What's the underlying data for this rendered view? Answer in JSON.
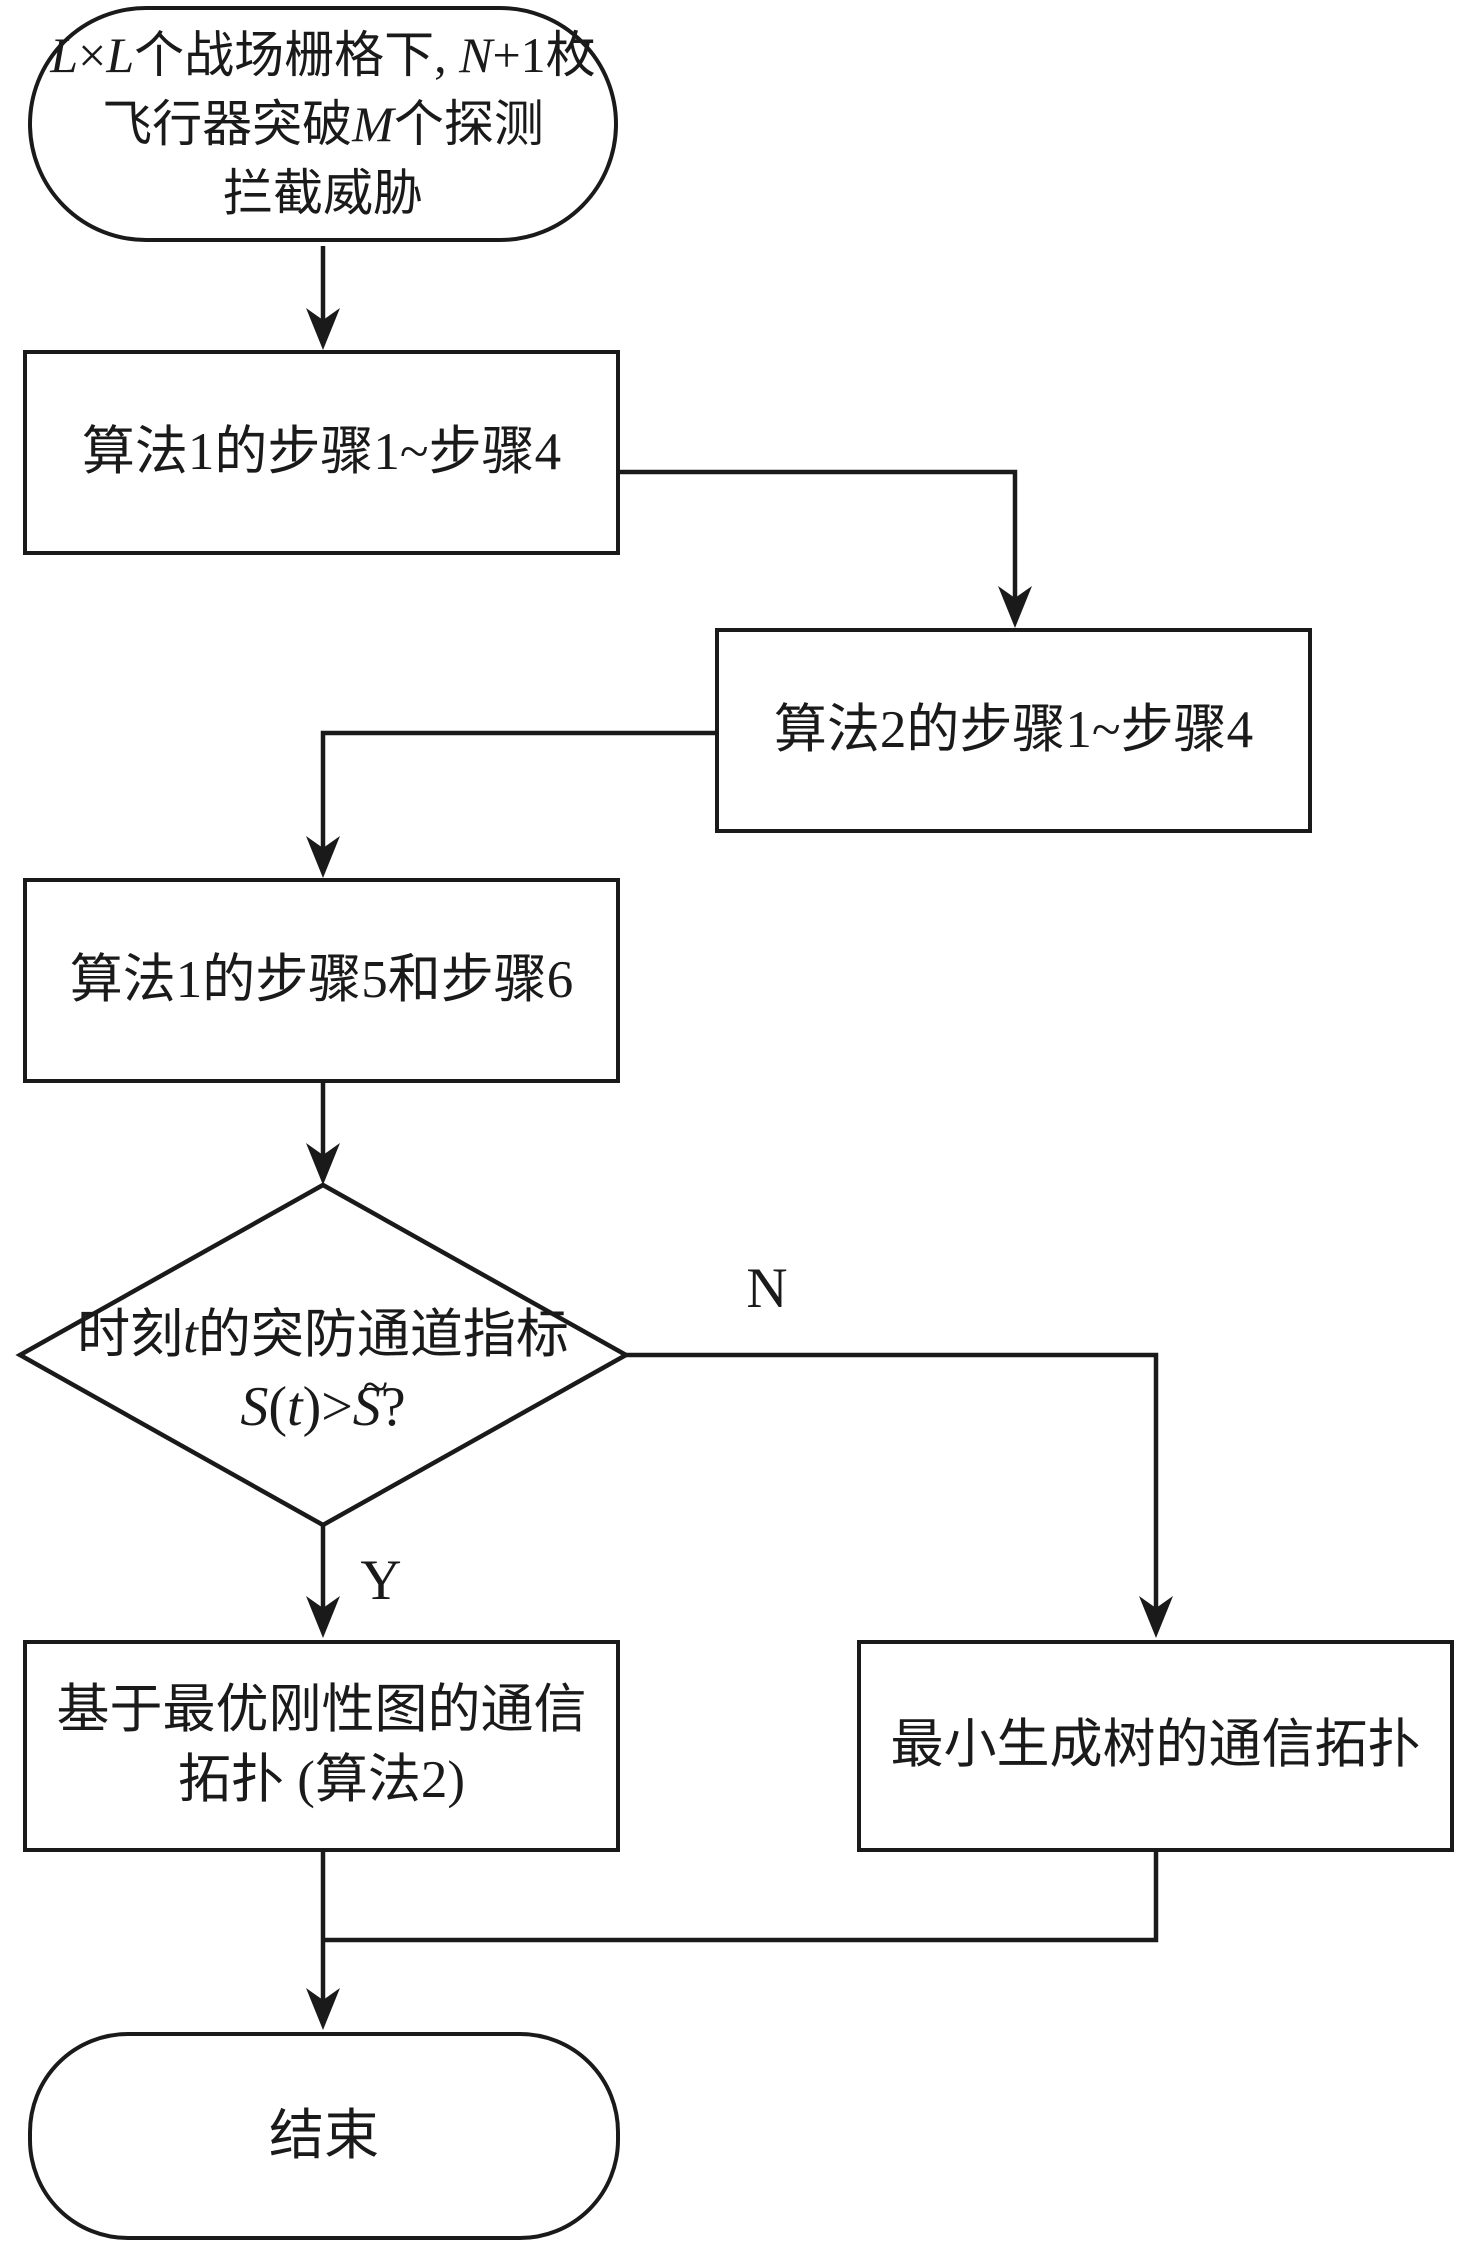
{
  "diagram": {
    "colors": {
      "stroke": "#1a1a1a",
      "background": "#ffffff"
    },
    "start": {
      "line1": {
        "l1": "L",
        "times": "×",
        "l2": "L",
        "mid": "个战场栅格下, ",
        "n": "N",
        "tail": "+1枚"
      },
      "line2": {
        "head": "飞行器突破",
        "m": "M",
        "tail": "个探测"
      },
      "line3": "拦截威胁"
    },
    "step_box_1": {
      "label": "算法1的步骤1~步骤4"
    },
    "step_box_2": {
      "label": "算法2的步骤1~步骤4"
    },
    "step_box_3": {
      "label": "算法1的步骤5和步骤6"
    },
    "decision": {
      "line1": {
        "head": "时刻",
        "t": "t",
        "tail": "的突防通道指标"
      },
      "formula": {
        "s1": "S",
        "open": "(",
        "t": "t",
        "close": ")>",
        "s2": "S",
        "tilde": "~",
        "question": "?"
      }
    },
    "branch": {
      "no": "N",
      "yes": "Y"
    },
    "yes_box": {
      "line1": "基于最优刚性图的通信",
      "line2": "拓扑 (算法2)"
    },
    "no_box": {
      "label": "最小生成树的通信拓扑"
    },
    "end_node": {
      "label": "结束"
    }
  }
}
